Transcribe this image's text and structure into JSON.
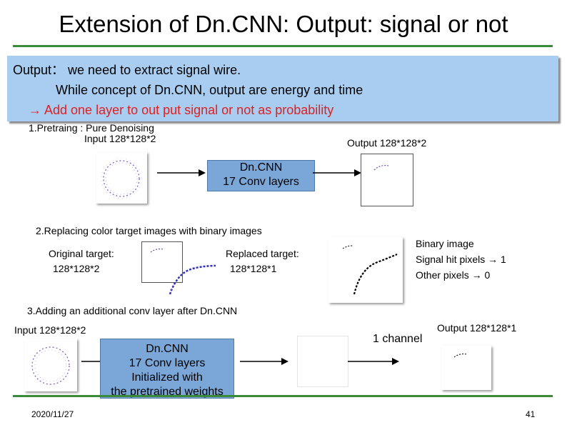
{
  "slide": {
    "title": "Extension of Dn.CNN: Output: signal or not",
    "banner": {
      "line1": "Output： we need to extract signal wire.",
      "line2": "While concept of Dn.CNN, output are energy and time",
      "line3": "→ Add one layer to out put signal or not as probability"
    },
    "step1": {
      "label": "1.Pretraing : Pure Denoising",
      "input": "Input 128*128*2",
      "output": "Output 128*128*2",
      "model": [
        "Dn.CNN",
        "17 Conv layers"
      ]
    },
    "step2": {
      "label": "2.Replacing color target images with binary images",
      "original": [
        "Original target:",
        "128*128*2"
      ],
      "replaced": [
        "Replaced target:",
        "128*128*1"
      ],
      "binary": [
        "Binary image",
        "Signal hit pixels →  1",
        "Other pixels →  0"
      ]
    },
    "step3": {
      "label": "3.Adding an additional conv layer after Dn.CNN",
      "input": "Input 128*128*2",
      "model": [
        "Dn.CNN",
        "17 Conv layers",
        "Initialized with",
        "the pretrained weights"
      ],
      "channel": "1 channel",
      "output": "Output 128*128*1"
    },
    "footer": {
      "date": "2020/11/27",
      "page": "41"
    },
    "colors": {
      "accent_rule": "#3a8a3a",
      "banner": "#a9cdf0",
      "box": "#7aa6d8",
      "highlight": "#e02020"
    }
  }
}
